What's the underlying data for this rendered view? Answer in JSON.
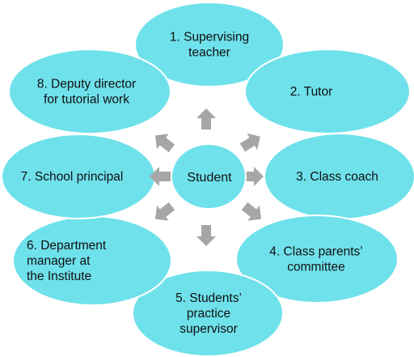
{
  "colors": {
    "ellipse_fill": "#6FE1EB",
    "ellipse_stroke": "#ffffff",
    "arrow_fill": "#A6A6A6",
    "text": "#111111"
  },
  "center": {
    "label": "Student"
  },
  "nodes": [
    {
      "id": "supervising-teacher",
      "lines": [
        "1. Supervising",
        "teacher"
      ]
    },
    {
      "id": "tutor",
      "lines": [
        "2. Tutor"
      ]
    },
    {
      "id": "class-coach",
      "lines": [
        "3. Class coach"
      ]
    },
    {
      "id": "class-parents-committee",
      "lines": [
        "4. Class parents’",
        "committee"
      ]
    },
    {
      "id": "students-practice-supervisor",
      "lines": [
        "5. Students’",
        "practice",
        "supervisor"
      ]
    },
    {
      "id": "department-manager",
      "lines": [
        "6. Department",
        "manager at",
        "the Institute"
      ]
    },
    {
      "id": "school-principal",
      "lines": [
        "7. School principal"
      ]
    },
    {
      "id": "deputy-director",
      "lines": [
        "8. Deputy director",
        "for tutorial work"
      ]
    }
  ]
}
